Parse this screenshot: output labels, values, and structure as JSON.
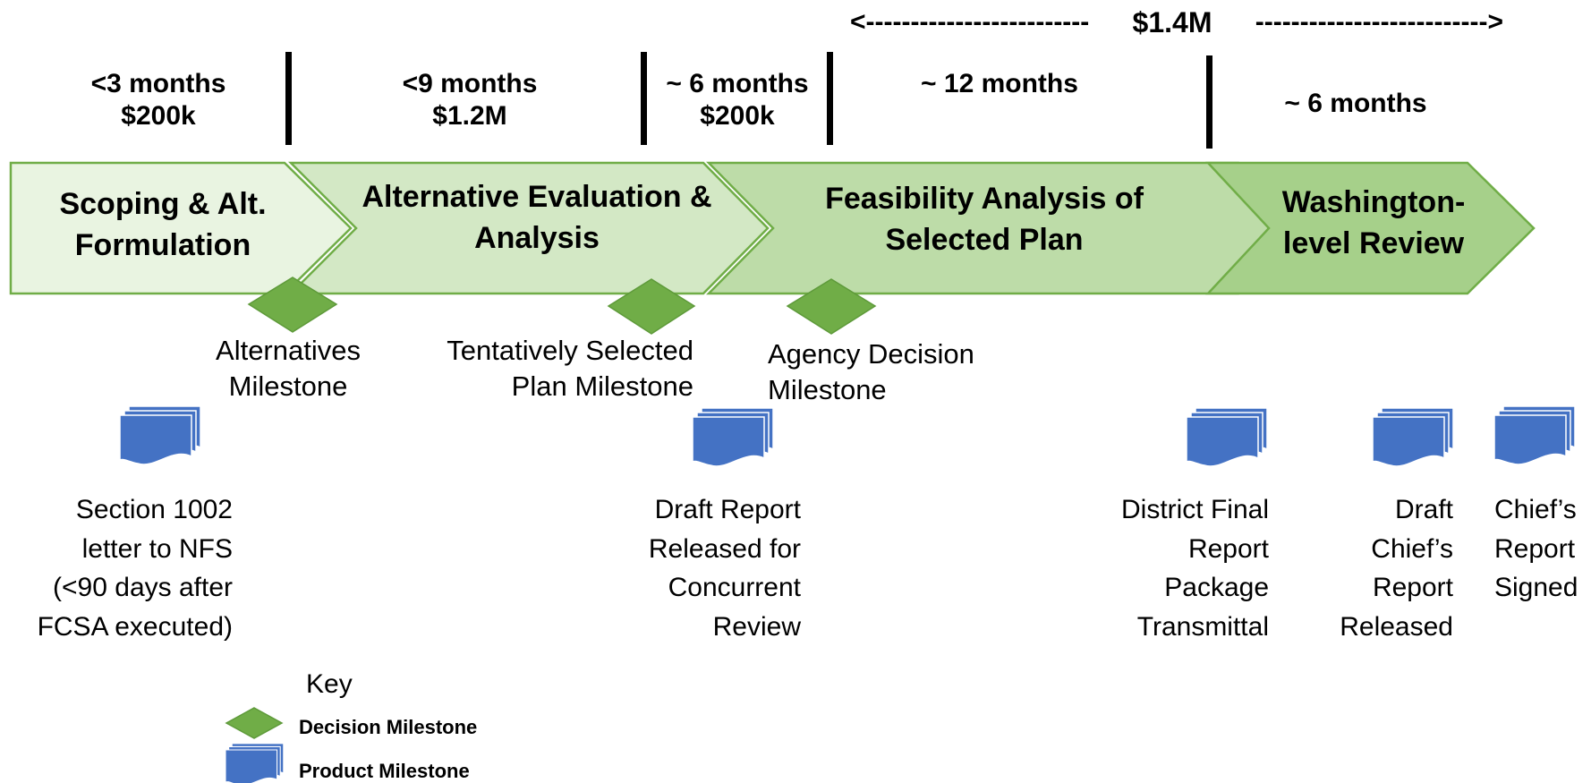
{
  "cost_banner": {
    "left_arrow": "<-------------------------",
    "label": "$1.4M",
    "right_arrow": "-------------------------->"
  },
  "durations": [
    {
      "line1": "<3 months",
      "line2": "$200k"
    },
    {
      "line1": "<9 months",
      "line2": "$1.2M"
    },
    {
      "line1": "~ 6 months",
      "line2": "$200k"
    },
    {
      "line1": "~ 12 months",
      "line2": ""
    },
    {
      "line1": "~ 6 months",
      "line2": ""
    }
  ],
  "phases": [
    {
      "line1": "Scoping & Alt.",
      "line2": "Formulation",
      "fill": "#e9f4e1"
    },
    {
      "line1": "Alternative Evaluation &",
      "line2": "Analysis",
      "fill": "#d3e8c5"
    },
    {
      "line1": "Feasibility Analysis of",
      "line2": "Selected Plan",
      "fill": "#bddca8"
    },
    {
      "line1": "Washington-",
      "line2": "level Review",
      "fill": "#a6d08a"
    }
  ],
  "decision_milestones": [
    {
      "line1": "Alternatives",
      "line2": "Milestone"
    },
    {
      "line1": "Tentatively Selected",
      "line2": "Plan Milestone"
    },
    {
      "line1": "Agency Decision",
      "line2": "Milestone"
    }
  ],
  "product_milestones": [
    {
      "lines": [
        "Section 1002",
        "letter to NFS",
        "(<90 days after",
        "FCSA executed)"
      ]
    },
    {
      "lines": [
        "Draft Report",
        "Released for",
        "Concurrent",
        "Review"
      ]
    },
    {
      "lines": [
        "District Final",
        "Report",
        "Package",
        "Transmittal"
      ]
    },
    {
      "lines": [
        "Draft",
        "Chief’s",
        "Report",
        "Released"
      ]
    },
    {
      "lines": [
        "Chief’s",
        "Report",
        "Signed"
      ]
    }
  ],
  "key": {
    "title": "Key",
    "decision_label": "Decision Milestone",
    "product_label": "Product Milestone"
  },
  "colors": {
    "diamond_fill": "#70ad47",
    "diamond_stroke": "#5e9a3a",
    "doc_fill": "#4472c4",
    "doc_stroke": "#ffffff",
    "chevron_stroke": "#70ad47",
    "divider": "#000000"
  }
}
